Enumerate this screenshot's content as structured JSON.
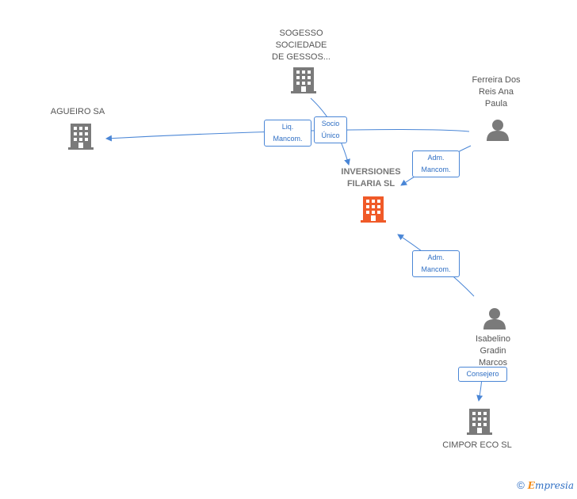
{
  "nodes": {
    "sogesso": {
      "label_lines": [
        "SOGESSO",
        "SOCIEDADE",
        "DE GESSOS..."
      ],
      "icon": "building-icon"
    },
    "agueiro": {
      "label_lines": [
        "AGUEIRO SA"
      ],
      "icon": "building-icon"
    },
    "inversiones": {
      "label_lines": [
        "INVERSIONES",
        "FILARIA SL"
      ],
      "icon": "building-icon-highlight"
    },
    "ferreira": {
      "label_lines": [
        "Ferreira Dos",
        "Reis Ana",
        "Paula"
      ],
      "icon": "person-icon"
    },
    "isabelino": {
      "label_lines": [
        "Isabelino",
        "Gradin",
        "Marcos"
      ],
      "icon": "person-icon"
    },
    "cimpor": {
      "label_lines": [
        "CIMPOR ECO  SL"
      ],
      "icon": "building-icon"
    }
  },
  "edges": {
    "liq": {
      "lines": [
        "Liq.",
        "Mancom."
      ]
    },
    "socio": {
      "lines": [
        "Socio",
        "Único"
      ]
    },
    "adm_ferreira": {
      "lines": [
        "Adm.",
        "Mancom."
      ]
    },
    "adm_isabelino": {
      "lines": [
        "Adm.",
        "Mancom."
      ]
    },
    "consejero": {
      "lines": [
        "Consejero"
      ]
    }
  },
  "colors": {
    "edge": "#4a86d6",
    "building": "#7a7a7a",
    "building_highlight": "#f05a28",
    "person": "#7a7a7a"
  },
  "footer": {
    "copyright": "©",
    "brand_initial": "E",
    "brand_rest": "mpresia"
  }
}
